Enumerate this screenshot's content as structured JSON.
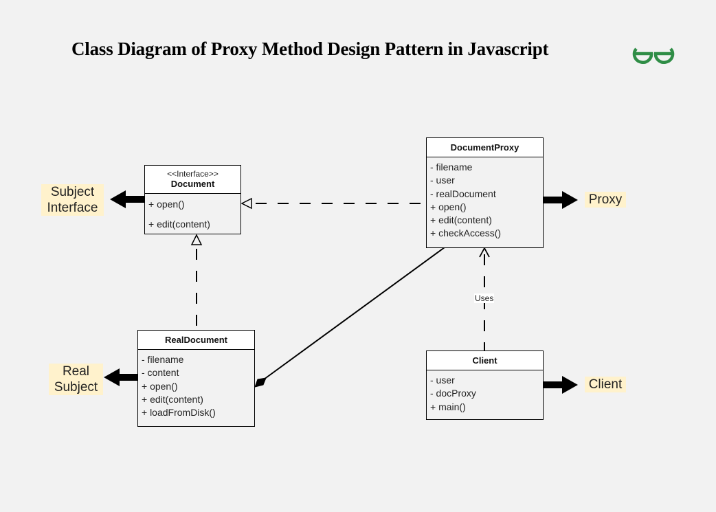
{
  "title": "Class Diagram of Proxy Method Design Pattern in Javascript",
  "logo": {
    "icon": "geeksforgeeks-logo-icon",
    "color": "#2f8d46"
  },
  "classes": {
    "document": {
      "stereotype": "<<Interface>>",
      "name": "Document",
      "members": [
        "+ open()",
        "+ edit(content)"
      ]
    },
    "document_proxy": {
      "name": "DocumentProxy",
      "members": [
        "- filename",
        "- user",
        "- realDocument",
        "+ open()",
        "+ edit(content)",
        "+ checkAccess()"
      ]
    },
    "real_document": {
      "name": "RealDocument",
      "members": [
        "- filename",
        "- content",
        "+ open()",
        "+ edit(content)",
        "+ loadFromDisk()"
      ]
    },
    "client": {
      "name": "Client",
      "members": [
        "- user",
        "- docProxy",
        "+ main()"
      ]
    }
  },
  "role_labels": {
    "subject_interface": "Subject Interface",
    "real_subject": "Real Subject",
    "proxy": "Proxy",
    "client": "Client"
  },
  "relations": {
    "uses_label": "Uses"
  },
  "colors": {
    "background": "#f2f2f2",
    "label_bg": "#fff2cc",
    "header_bg": "#ffffff",
    "line": "#000000"
  }
}
